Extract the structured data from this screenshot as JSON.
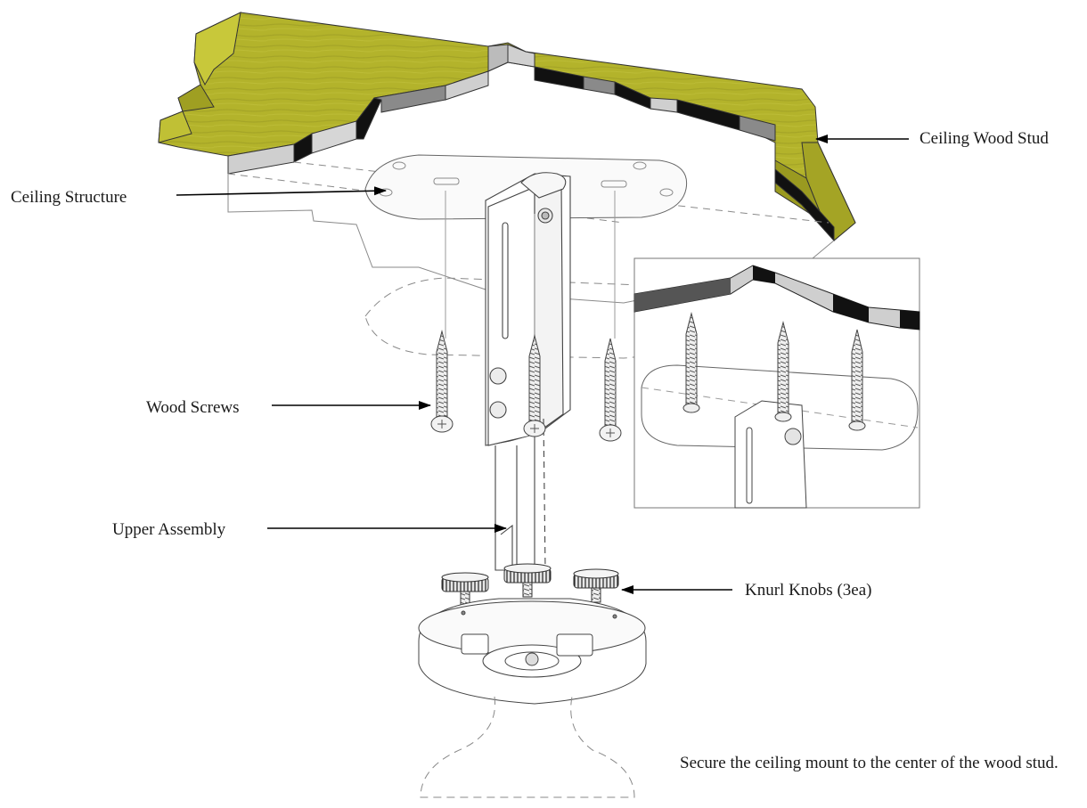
{
  "labels": {
    "ceiling_wood_stud": "Ceiling Wood Stud",
    "ceiling_structure": "Ceiling Structure",
    "wood_screws": "Wood Screws",
    "upper_assembly": "Upper Assembly",
    "knurl_knobs": "Knurl Knobs (3ea)"
  },
  "caption": "Secure the ceiling mount to the center of the wood stud.",
  "colors": {
    "stud_top": "#b5b52a",
    "stud_front": "#a3a324",
    "stud_edge_dark": "#111111",
    "stud_edge_gray": "#8a8a8a",
    "stud_edge_light": "#cfcfcf",
    "line_art": "#555555",
    "arrow": "#000000"
  }
}
